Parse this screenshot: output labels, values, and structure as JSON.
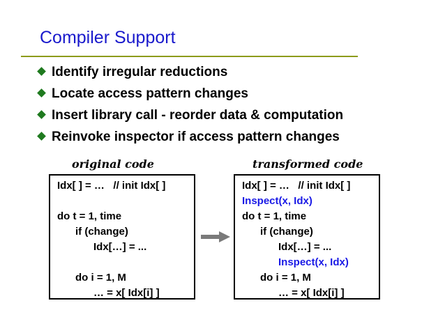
{
  "colors": {
    "title": "#1a1acc",
    "rule": "#8c9b1a",
    "bullet": "#1f7a1f",
    "highlight": "#1a1ae6",
    "arrow": "#7a7a7a"
  },
  "slide": {
    "title": "Compiler Support",
    "bullets": [
      "Identify irregular reductions",
      "Locate access pattern changes",
      "Insert library call - reorder data & computation",
      "Reinvoke inspector if access pattern changes"
    ]
  },
  "original": {
    "caption": "original code",
    "lines": [
      {
        "text": "Idx[ ] = …   // init Idx[ ]",
        "indent": 0,
        "highlight": false
      },
      {
        "text": "",
        "indent": 0,
        "highlight": false
      },
      {
        "text": "do t = 1, time",
        "indent": 0,
        "highlight": false
      },
      {
        "text": "if (change)",
        "indent": 1,
        "highlight": false
      },
      {
        "text": "Idx[…] = ...",
        "indent": 2,
        "highlight": false
      },
      {
        "text": "",
        "indent": 0,
        "highlight": false
      },
      {
        "text": "do i = 1, M",
        "indent": 1,
        "highlight": false
      },
      {
        "text": "… = x[ Idx[i] ]",
        "indent": 2,
        "highlight": false
      }
    ]
  },
  "transformed": {
    "caption": "transformed code",
    "lines": [
      {
        "text": "Idx[ ] = …   // init Idx[ ]",
        "indent": 0,
        "highlight": false
      },
      {
        "text": "Inspect(x, Idx)",
        "indent": 0,
        "highlight": true
      },
      {
        "text": "do t = 1, time",
        "indent": 0,
        "highlight": false
      },
      {
        "text": "if (change)",
        "indent": 1,
        "highlight": false
      },
      {
        "text": "Idx[…] = ...",
        "indent": 2,
        "highlight": false
      },
      {
        "text": "Inspect(x, Idx)",
        "indent": 2,
        "highlight": true
      },
      {
        "text": "do i = 1, M",
        "indent": 1,
        "highlight": false
      },
      {
        "text": "… = x[ Idx[i] ]",
        "indent": 2,
        "highlight": false
      }
    ]
  }
}
